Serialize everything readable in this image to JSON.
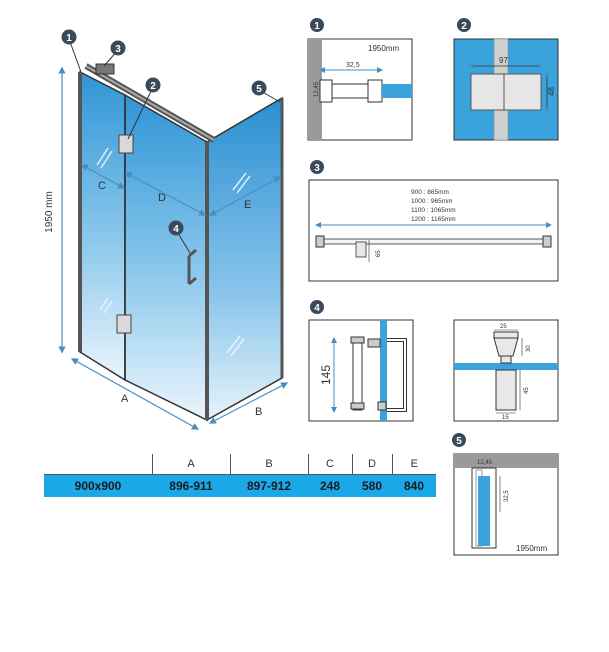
{
  "callouts": {
    "n1": "1",
    "n2": "2",
    "n3": "3",
    "n4": "4",
    "n5": "5"
  },
  "main": {
    "height_label": "1950 mm",
    "dim_a": "A",
    "dim_b": "B",
    "dim_c": "C",
    "dim_d": "D",
    "dim_e": "E"
  },
  "detail1": {
    "height": "1950mm",
    "width": "32,5",
    "small": "12,45"
  },
  "detail2": {
    "width": "97",
    "height": "48"
  },
  "detail3": {
    "sizes": [
      "900 : 865mm",
      "1000 : 965mm",
      "1100 : 1065mm",
      "1200 : 1165mm"
    ],
    "height": "65"
  },
  "detail4": {
    "handle_length": "145",
    "top": "25",
    "right": "30",
    "mid": "45",
    "bottom": "15"
  },
  "detail5": {
    "top": "12,45",
    "side": "32,5",
    "height": "1950mm"
  },
  "table": {
    "headers": [
      "",
      "A",
      "B",
      "C",
      "D",
      "E"
    ],
    "rows": [
      [
        "900x900",
        "896-911",
        "897-912",
        "248",
        "580",
        "840"
      ]
    ]
  },
  "colors": {
    "glass": "#3aa3dc",
    "accent": "#1aa8e8",
    "callout": "#3a4a5c",
    "dim": "#4a8ec0"
  }
}
